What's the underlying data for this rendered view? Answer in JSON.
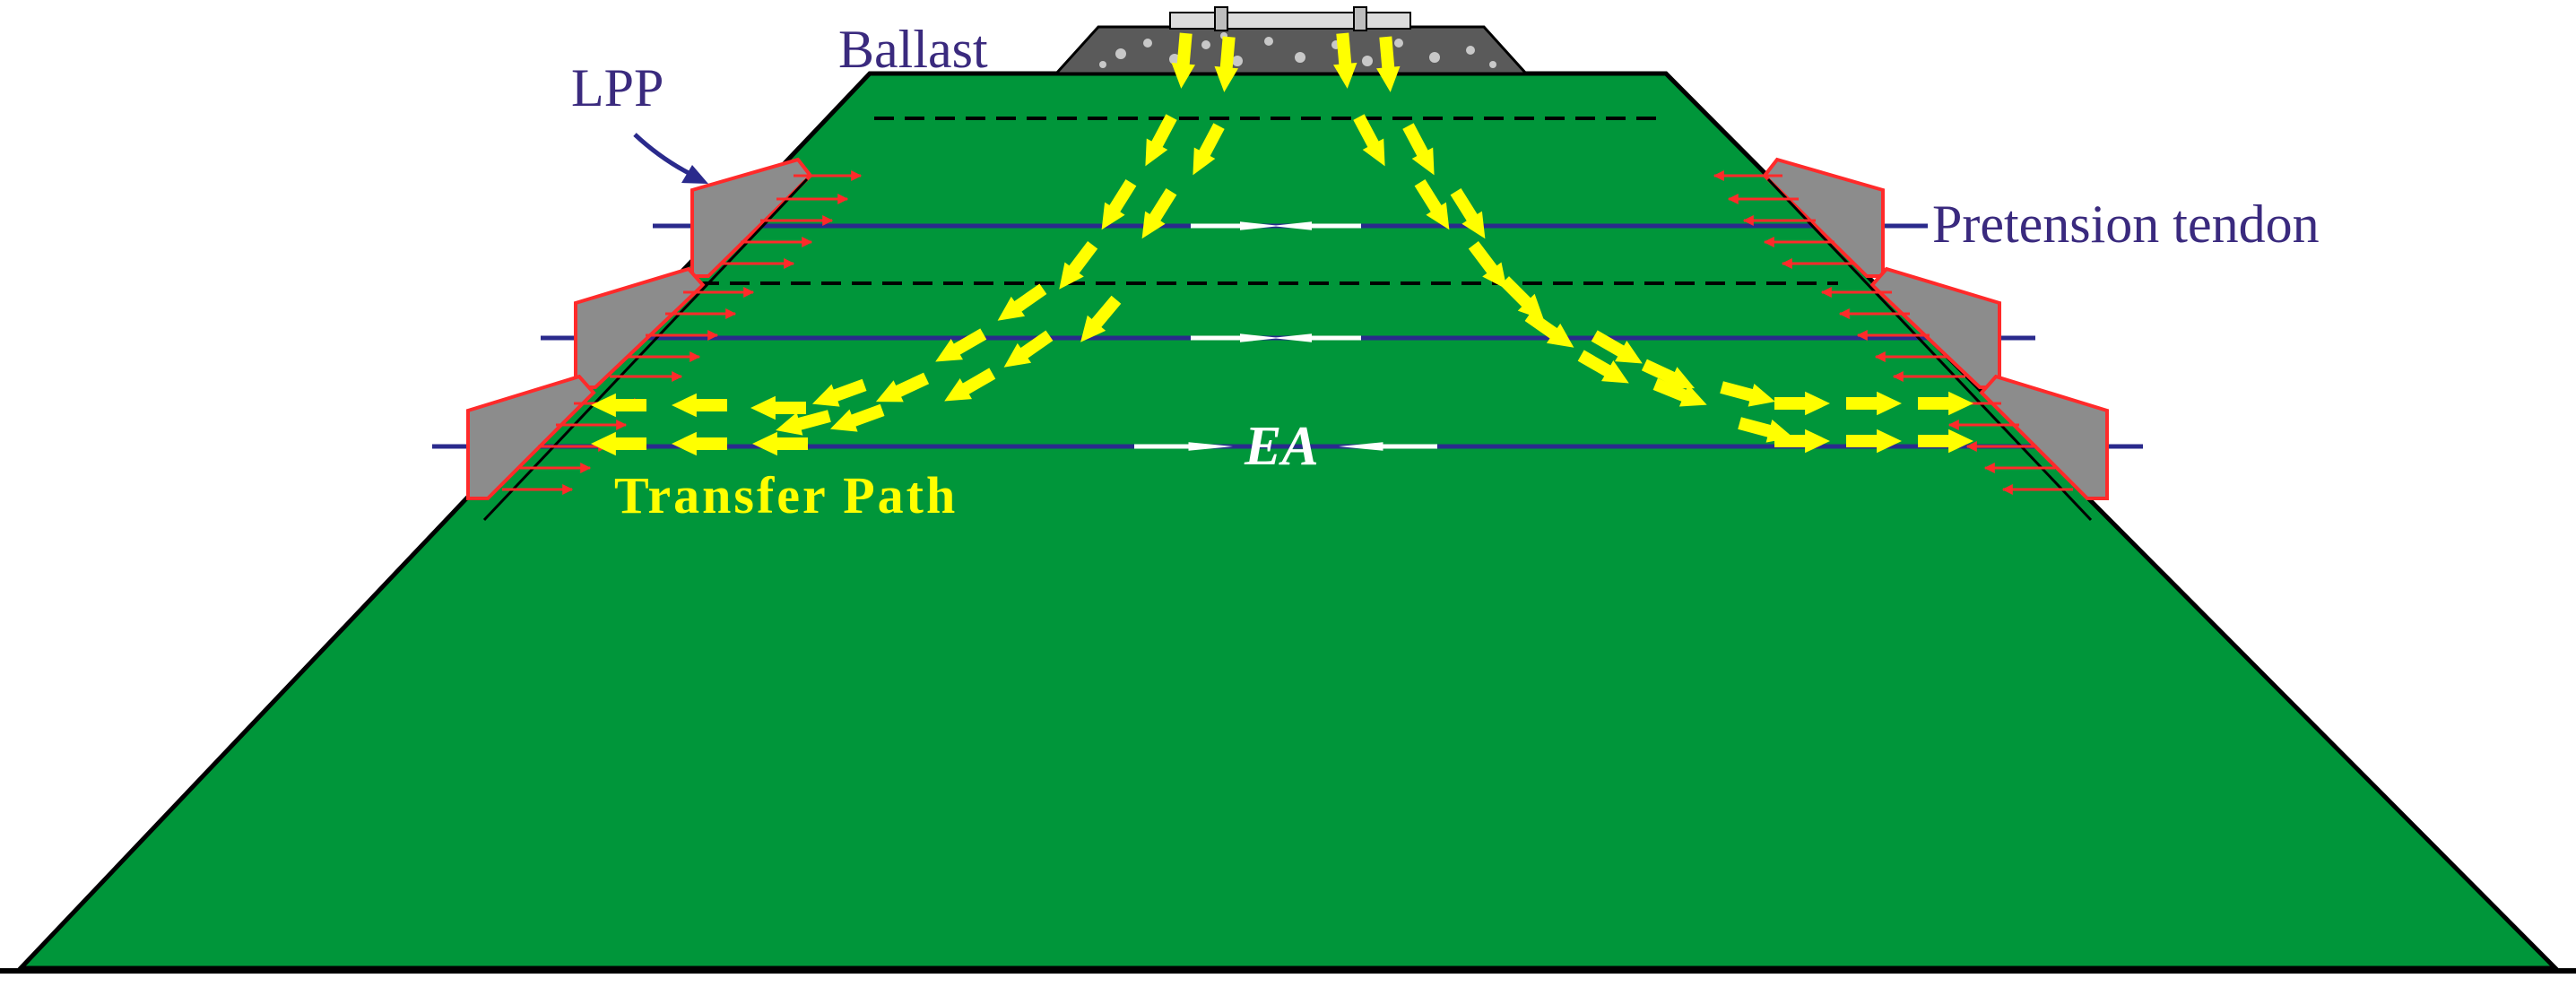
{
  "labels": {
    "ballast": "Ballast",
    "lpp": "LPP",
    "pretension_tendon": "Pretension tendon",
    "transfer_path": "Transfer Path",
    "ea": "EA"
  },
  "colors": {
    "embankment": "#00963a",
    "outline": "#000000",
    "tendon": "#2a2a8c",
    "transfer_arrow": "#ffff00",
    "anchor_force_arrow": "#ff2a2a",
    "lpp_fill": "#8c8c8c",
    "lpp_outline": "#ff2a2a",
    "ballast_fill": "#5a5a5a",
    "label_text": "#3a2a7e",
    "ea_arrow": "#ffffff"
  }
}
